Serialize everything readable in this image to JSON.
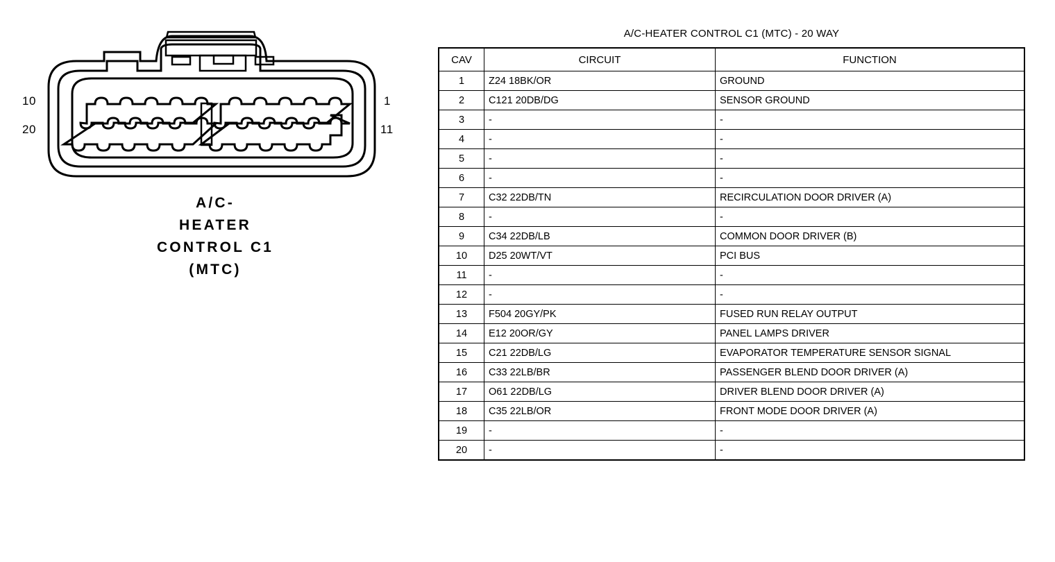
{
  "connector": {
    "caption_lines": [
      "A/C-",
      "HEATER",
      "CONTROL C1",
      "(MTC)"
    ],
    "pin_labels": {
      "top_left": "10",
      "bottom_left": "20",
      "top_right": "1",
      "bottom_right": "11"
    },
    "outline_color": "#000000"
  },
  "table": {
    "title": "A/C-HEATER CONTROL C1 (MTC) - 20 WAY",
    "headers": [
      "CAV",
      "CIRCUIT",
      "FUNCTION"
    ],
    "rows": [
      {
        "cav": "1",
        "circuit": "Z24 18BK/OR",
        "function": "GROUND"
      },
      {
        "cav": "2",
        "circuit": "C121 20DB/DG",
        "function": "SENSOR GROUND"
      },
      {
        "cav": "3",
        "circuit": "-",
        "function": "-"
      },
      {
        "cav": "4",
        "circuit": "-",
        "function": "-"
      },
      {
        "cav": "5",
        "circuit": "-",
        "function": "-"
      },
      {
        "cav": "6",
        "circuit": "-",
        "function": "-"
      },
      {
        "cav": "7",
        "circuit": "C32 22DB/TN",
        "function": "RECIRCULATION DOOR DRIVER (A)"
      },
      {
        "cav": "8",
        "circuit": "-",
        "function": "-"
      },
      {
        "cav": "9",
        "circuit": "C34 22DB/LB",
        "function": "COMMON DOOR DRIVER (B)"
      },
      {
        "cav": "10",
        "circuit": "D25 20WT/VT",
        "function": "PCI BUS"
      },
      {
        "cav": "11",
        "circuit": "-",
        "function": "-"
      },
      {
        "cav": "12",
        "circuit": "-",
        "function": "-"
      },
      {
        "cav": "13",
        "circuit": "F504 20GY/PK",
        "function": "FUSED RUN RELAY OUTPUT"
      },
      {
        "cav": "14",
        "circuit": "E12 20OR/GY",
        "function": "PANEL LAMPS DRIVER"
      },
      {
        "cav": "15",
        "circuit": "C21 22DB/LG",
        "function": "EVAPORATOR TEMPERATURE SENSOR SIGNAL"
      },
      {
        "cav": "16",
        "circuit": "C33 22LB/BR",
        "function": "PASSENGER BLEND DOOR DRIVER (A)"
      },
      {
        "cav": "17",
        "circuit": "O61 22DB/LG",
        "function": "DRIVER BLEND DOOR DRIVER (A)"
      },
      {
        "cav": "18",
        "circuit": "C35 22LB/OR",
        "function": "FRONT MODE DOOR DRIVER (A)"
      },
      {
        "cav": "19",
        "circuit": "-",
        "function": "-"
      },
      {
        "cav": "20",
        "circuit": "-",
        "function": "-"
      }
    ]
  }
}
